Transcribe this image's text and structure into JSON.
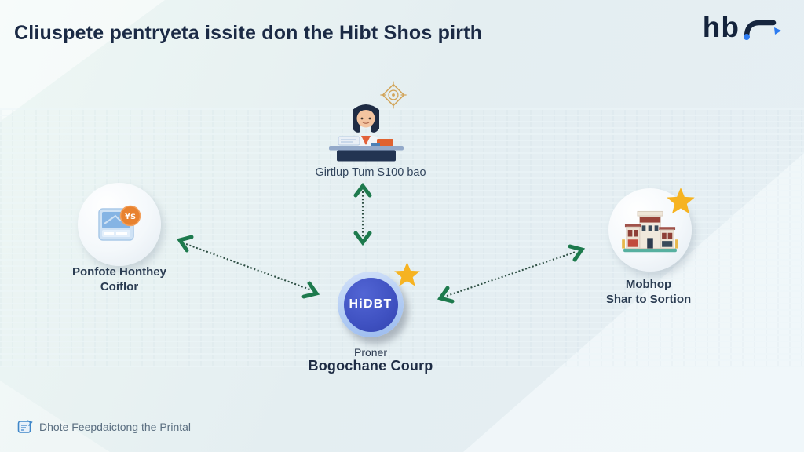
{
  "title": "Cliuspete pentryeta issite don the Hibt Shos pirth",
  "logo": {
    "wordmark": "hb"
  },
  "nodes": {
    "top": {
      "label": "Girtlup Tum S100 bao"
    },
    "left": {
      "line1": "Ponfote Honthey",
      "line2": "Coiflor"
    },
    "right": {
      "line1": "Mobhop",
      "line2": "Shar to Sortion"
    },
    "center": {
      "badge": "HiDBT",
      "line1": "Proner",
      "line2": "Bogochane Courp"
    }
  },
  "footer": {
    "note": "Dhote Feepdaictong the Printal"
  },
  "colors": {
    "arrow_green": "#1d7a4d",
    "arrow_dash": "#2e4f44",
    "center_blue": "#3f51c1",
    "center_ring": "#aec9f3",
    "star_gold": "#f6b321",
    "title_navy": "#1b2a45",
    "label_slate": "#2b3c52",
    "footer_gray": "#5a6e80",
    "background": "#e7f0f3"
  },
  "icons": {
    "logo_arrow": "curved-arrow-with-dot",
    "compass": "gold-ornamental-compass",
    "person": "receptionist-at-desk",
    "id_card": "card-with-currency-badge",
    "store": "storefront-building",
    "star": "★",
    "stamp": "stamp-seal"
  }
}
